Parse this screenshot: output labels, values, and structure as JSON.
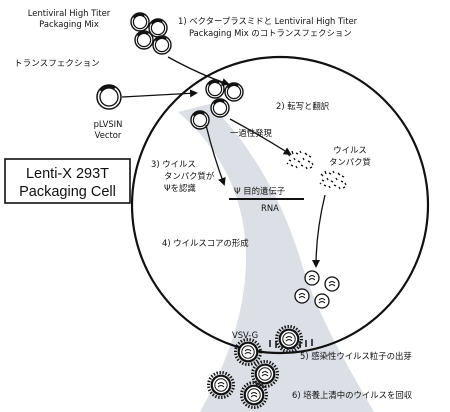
{
  "texts": {
    "packaging_mix_l1": "Lentiviral High Titer",
    "packaging_mix_l2": "Packaging Mix",
    "step1_l1": "1) ベクタープラスミドと Lentiviral High Titer",
    "step1_l2": "Packaging Mix のコトランスフェクション",
    "transfection": "トランスフェクション",
    "vector_l1": "pLVSIN",
    "vector_l2": "Vector",
    "step2": "2) 転写と翻訳",
    "transient": "一過性発現",
    "viral_protein_l1": "ウイルス",
    "viral_protein_l2": "タンパク質",
    "step3_l1": "3) ウイルス",
    "step3_l2": "タンパク質が",
    "step3_l3": "Ψを認識",
    "gene_label": "Ψ 目的遺伝子",
    "rna": "RNA",
    "cell_l1": "Lenti-X 293T",
    "cell_l2": "Packaging Cell",
    "step4": "4) ウイルスコアの形成",
    "vsvg": "VSV-G",
    "step5": "5) 感染性ウイルス粒子の出芽",
    "step6": "6) 培養上清中のウイルスを回収"
  },
  "colors": {
    "line": "#111111",
    "band": "#dcdfe6",
    "cell_fill": "#ffffff"
  }
}
